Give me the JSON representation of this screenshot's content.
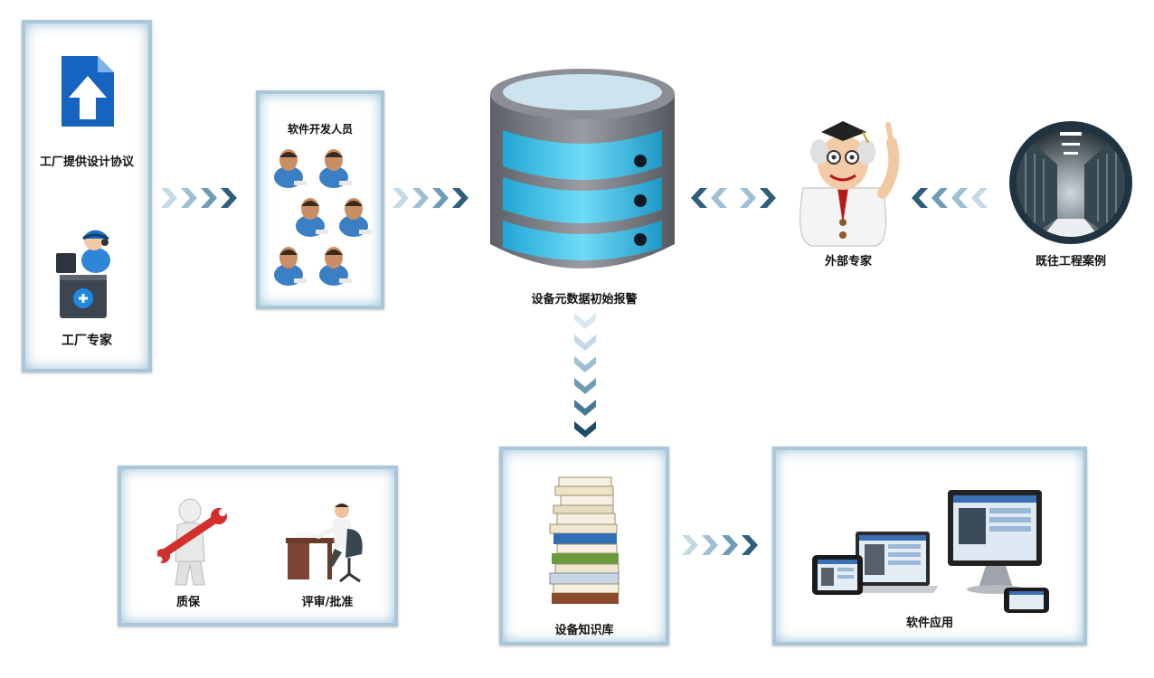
{
  "nodes": {
    "factory_design": "工厂提供设计协议",
    "factory_expert": "工厂专家",
    "developers": "软件开发人员",
    "database": "设备元数据初始报警",
    "external_expert": "外部专家",
    "past_cases": "既往工程案例",
    "qa": "质保",
    "review": "评审/批准",
    "knowledge_base": "设备知识库",
    "software_app": "软件应用"
  },
  "colors": {
    "panel_border": "#a9c7d9",
    "arrow_dark": "#1d4a66",
    "arrow_light": "#b9d2df",
    "db_cyan": "#3fc7ea",
    "db_body": "#7a7e84"
  },
  "icons": {
    "upload": "upload-document-icon",
    "support": "support-agent-icon",
    "people": "people-icon",
    "database": "database-icon",
    "professor": "professor-icon",
    "datacenter": "datacenter-icon",
    "wrench": "wrench-person-icon",
    "desk": "desk-worker-icon",
    "books": "books-icon",
    "devices": "devices-icon"
  }
}
